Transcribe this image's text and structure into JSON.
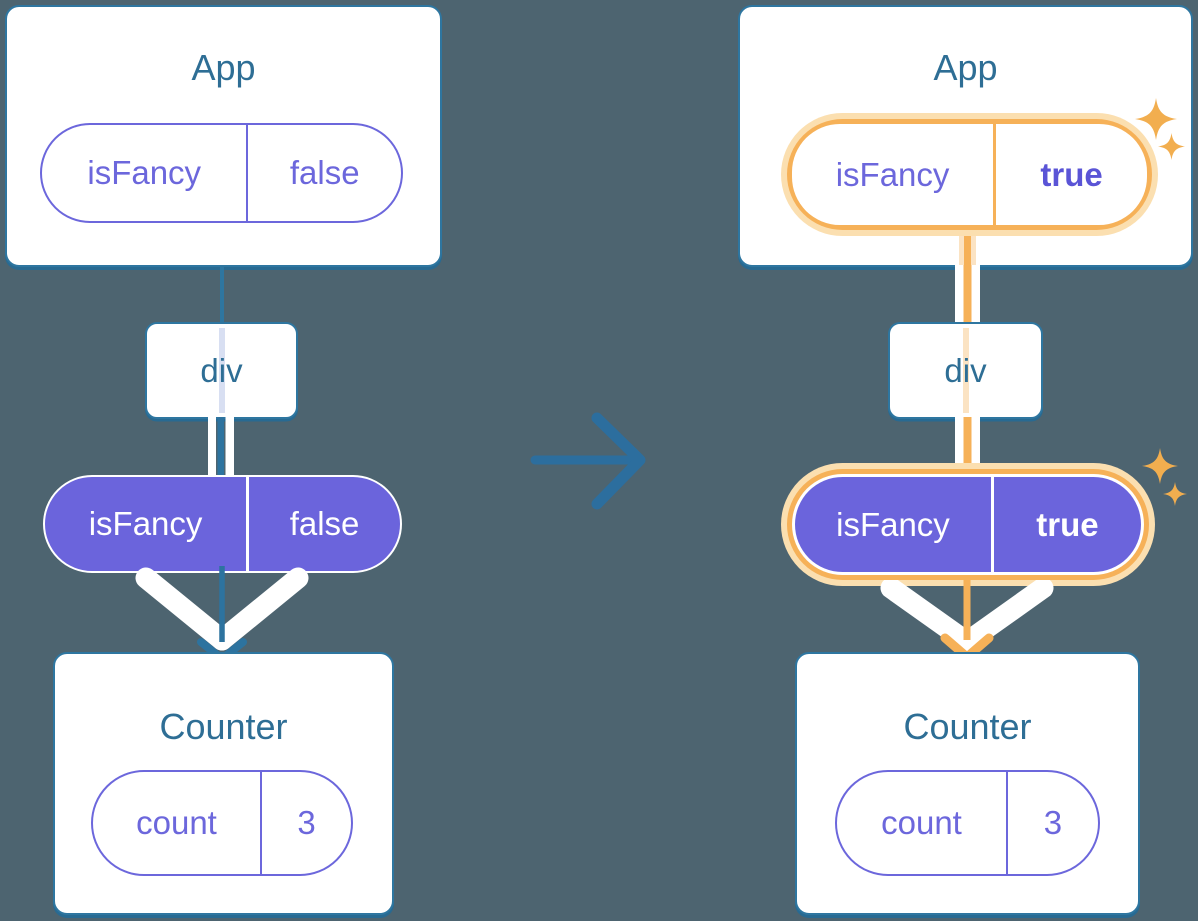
{
  "diagram_title": "prop flow before and after state change",
  "colors": {
    "background": "#4D6470",
    "card_border_blue": "#2e76a0",
    "heading_blue": "#2e6e95",
    "purple_outline": "#6c67dc",
    "purple_fill": "#6b64dc",
    "true_text_purple": "#5a54d6",
    "highlight_orange": "#f6b158",
    "highlight_halo": "#fbdfb0",
    "transition_arrow_blue": "#2c6e9e"
  },
  "left_tree": {
    "app_card": {
      "title": "App",
      "prop_pill": {
        "name": "isFancy",
        "value": "false"
      }
    },
    "div_node": {
      "label": "div"
    },
    "prop_pill": {
      "name": "isFancy",
      "value": "false"
    },
    "counter_card": {
      "title": "Counter",
      "state_pill": {
        "name": "count",
        "value": "3"
      }
    }
  },
  "right_tree": {
    "app_card": {
      "title": "App",
      "prop_pill": {
        "name": "isFancy",
        "value": "true"
      }
    },
    "div_node": {
      "label": "div"
    },
    "prop_pill": {
      "name": "isFancy",
      "value": "true"
    },
    "counter_card": {
      "title": "Counter",
      "state_pill": {
        "name": "count",
        "value": "3"
      }
    }
  }
}
